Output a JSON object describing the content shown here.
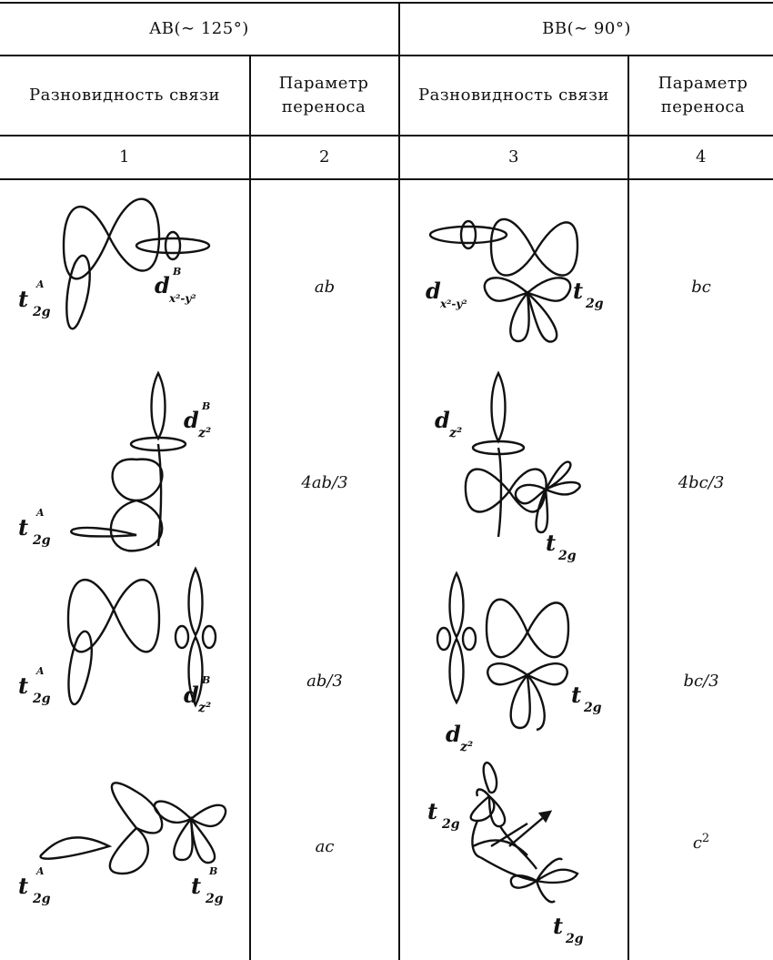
{
  "header": {
    "ab_group": "AB(∼ 125°)",
    "bb_group": "BB(∼ 90°)",
    "col_type": "Разновидность связи",
    "col_param": "Параметр переноса",
    "col_numbers": [
      "1",
      "2",
      "3",
      "4"
    ]
  },
  "rows": [
    {
      "ab_left_label": {
        "base": "t",
        "sub": "2g",
        "sup": "A"
      },
      "ab_right_label": {
        "base": "d",
        "sub": "x²-y²",
        "sup": "B"
      },
      "ab_param": "ab",
      "bb_left_label": {
        "base": "d",
        "sub": "x²-y²",
        "sup": ""
      },
      "bb_right_label": {
        "base": "t",
        "sub": "2g",
        "sup": ""
      },
      "bb_param": "bc"
    },
    {
      "ab_left_label": {
        "base": "t",
        "sub": "2g",
        "sup": "A"
      },
      "ab_right_label": {
        "base": "d",
        "sub": "z²",
        "sup": "B"
      },
      "ab_param": "4ab/3",
      "bb_left_label": {
        "base": "d",
        "sub": "z²",
        "sup": ""
      },
      "bb_right_label": {
        "base": "t",
        "sub": "2g",
        "sup": ""
      },
      "bb_param": "4bc/3"
    },
    {
      "ab_left_label": {
        "base": "t",
        "sub": "2g",
        "sup": "A"
      },
      "ab_right_label": {
        "base": "d",
        "sub": "z²",
        "sup": "B"
      },
      "ab_param": "ab/3",
      "bb_left_label": {
        "base": "d",
        "sub": "z²",
        "sup": ""
      },
      "bb_right_label": {
        "base": "t",
        "sub": "2g",
        "sup": ""
      },
      "bb_param": "bc/3"
    },
    {
      "ab_left_label": {
        "base": "t",
        "sub": "2g",
        "sup": "A"
      },
      "ab_right_label": {
        "base": "t",
        "sub": "2g",
        "sup": "B"
      },
      "ab_param": "ac",
      "bb_left_label": {
        "base": "t",
        "sub": "2g",
        "sup": ""
      },
      "bb_right_label": {
        "base": "t",
        "sub": "2g",
        "sup": ""
      },
      "bb_param_base": "c",
      "bb_param_sup": "2"
    }
  ]
}
